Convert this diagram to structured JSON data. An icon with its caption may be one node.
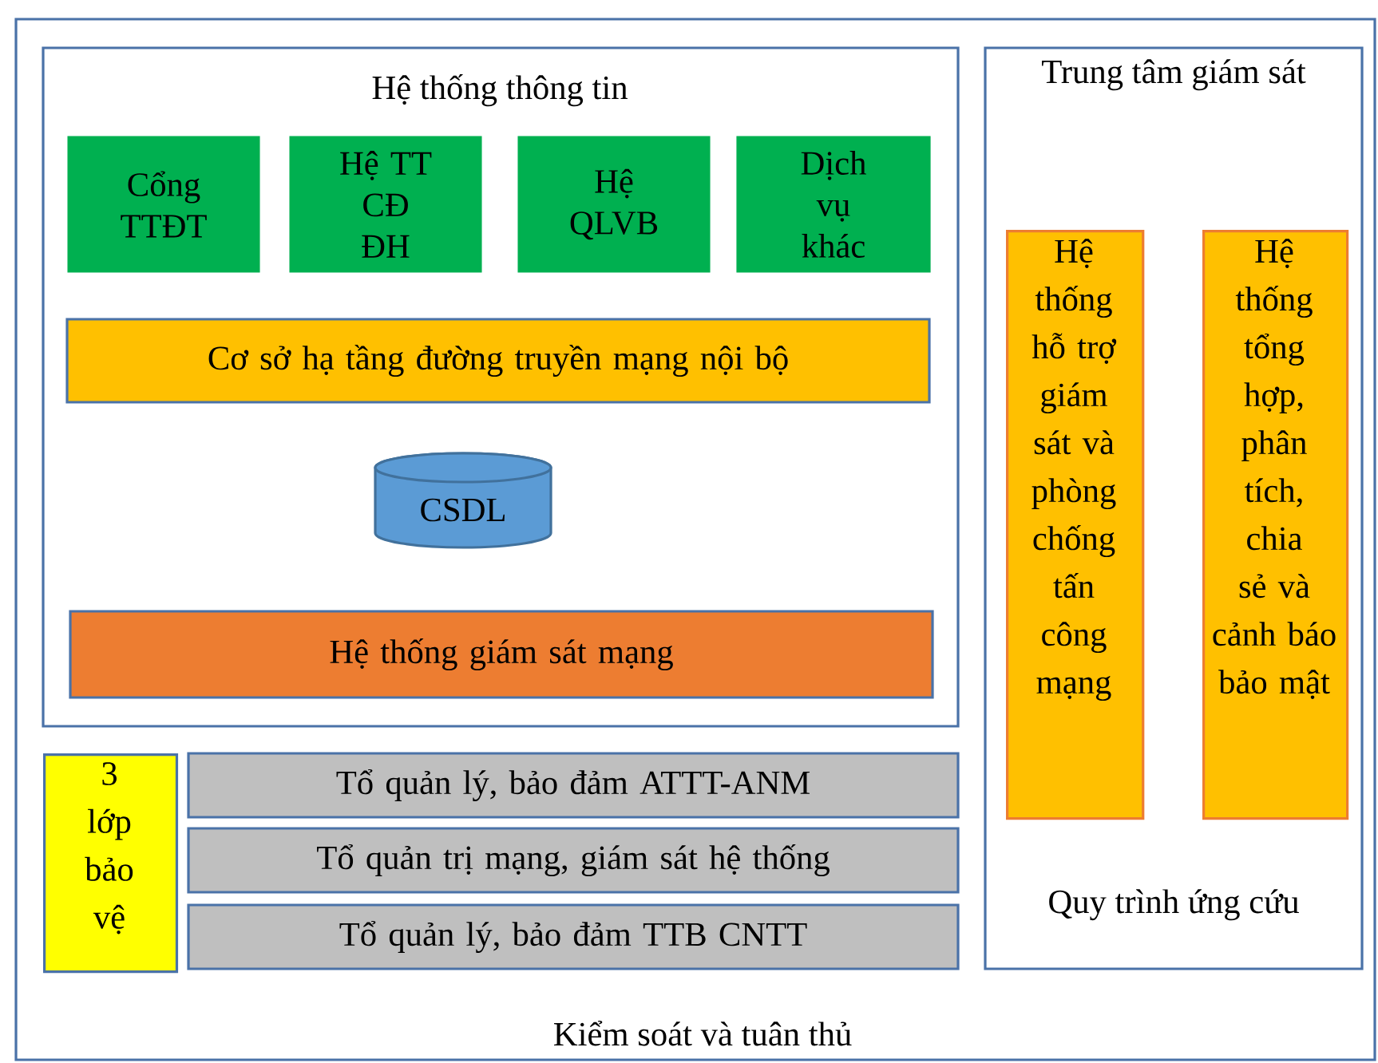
{
  "diagram": {
    "nodes": [
      {
        "text": [
          "Kiểm soát và tuân thủ"
        ]
      },
      {
        "text": [
          "Hệ thống thông tin"
        ],
        "in": 0
      },
      {
        "text": [
          "Cổng TTĐT"
        ],
        "in": 1
      },
      {
        "text": [
          "Hệ TT CĐ ĐH"
        ],
        "in": 1
      },
      {
        "text": [
          "Hệ QLVB"
        ],
        "in": 1
      },
      {
        "text": [
          "Dịch vụ khác"
        ],
        "in": 1
      },
      {
        "text": [
          "Cơ sở hạ tầng đường truyền mạng nội bộ"
        ],
        "in": 1
      },
      {
        "text": [
          "CSDL"
        ],
        "in": 1
      },
      {
        "text": [
          "Hệ thống giám sát mạng"
        ],
        "in": 1
      },
      {
        "text": [
          "Trung tâm giám sát",
          "Quy trình ứng cứu"
        ],
        "in": 0
      },
      {
        "text": [
          "Hệ thống hỗ trợ giám sát và phòng chống tấn công mạng"
        ],
        "in": 9
      },
      {
        "text": [
          "Hệ thống tổng hợp, phân tích, chia sẻ và cảnh báo bảo mật"
        ],
        "in": 9
      },
      {
        "text": [
          "3 lớp bảo vệ"
        ],
        "in": 0
      },
      {
        "text": [
          "Tổ quản lý, bảo đảm ATTT-ANM"
        ],
        "in": 0
      },
      {
        "text": [
          "Tổ quản trị mạng, giám sát hệ thống"
        ],
        "in": 0
      },
      {
        "text": [
          "Tổ quản lý, bảo đảm TTB CNTT"
        ],
        "in": 0
      }
    ]
  }
}
